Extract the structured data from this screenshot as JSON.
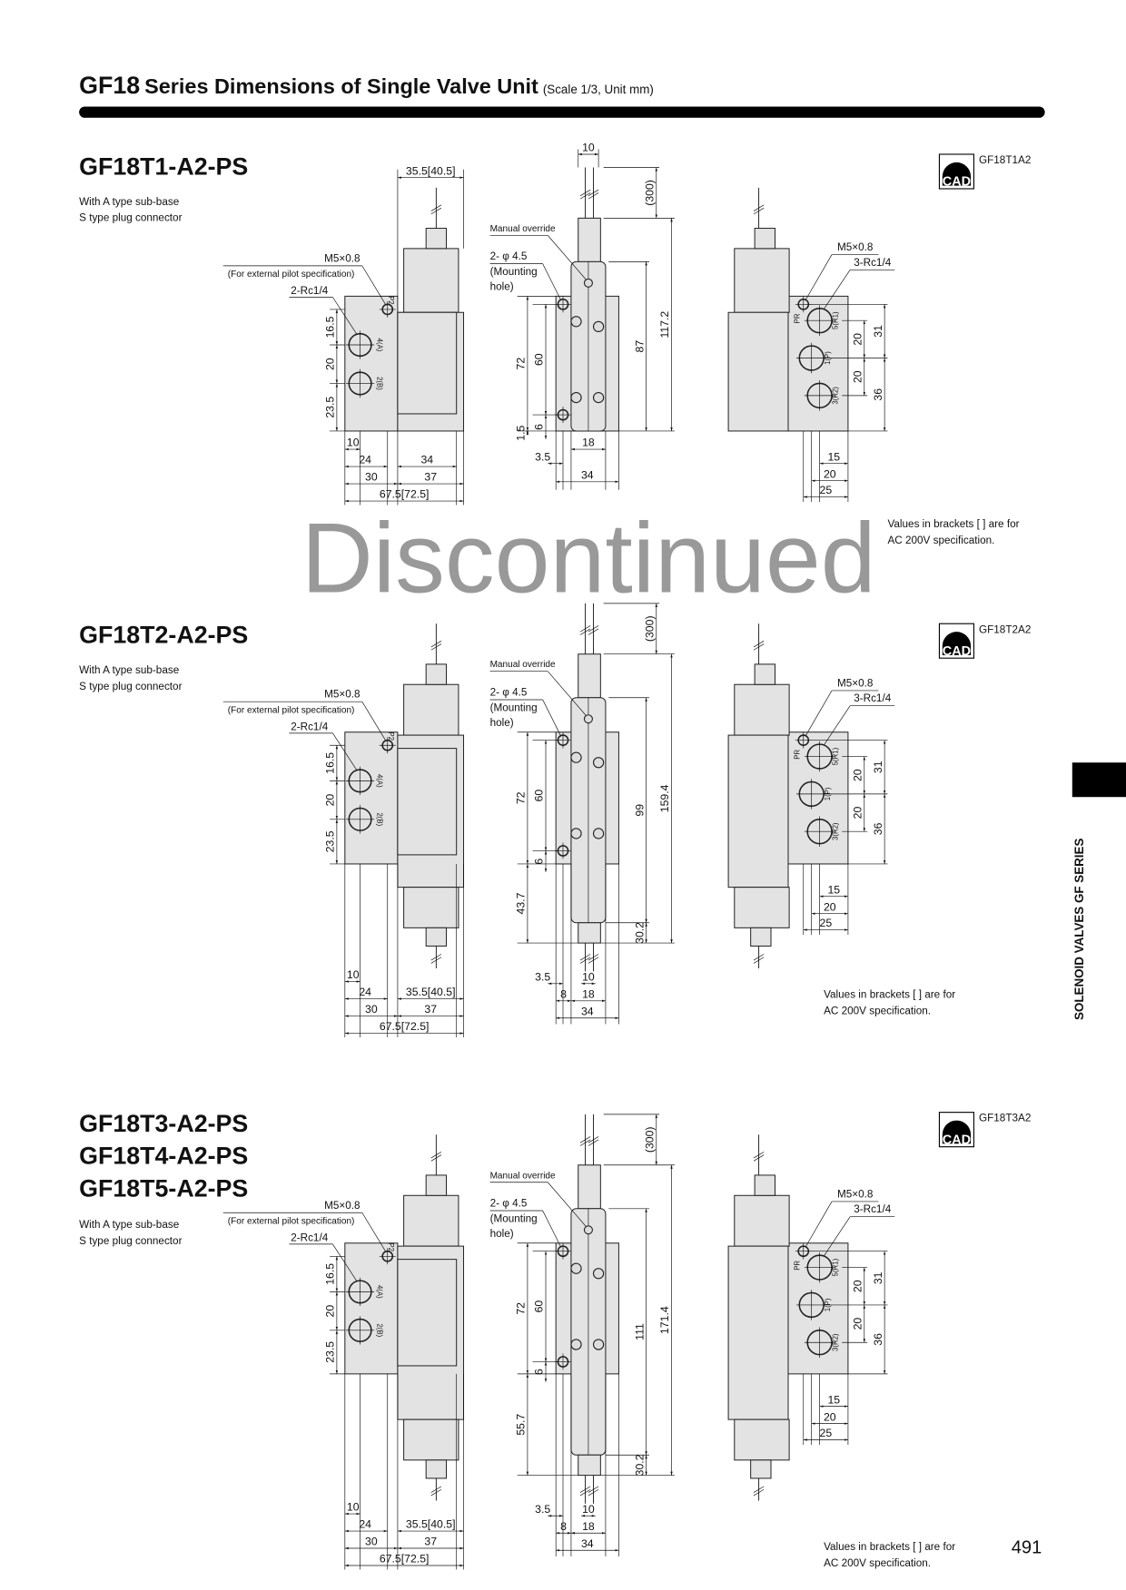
{
  "header": {
    "series": "GF18",
    "title": "Series Dimensions of Single Valve Unit",
    "scale_note": "(Scale 1/3, Unit mm)"
  },
  "side_tab": "SOLENOID VALVES GF SERIES",
  "page_number": "491",
  "watermark": "Discontinued",
  "common": {
    "note_line1": "Values in brackets [   ] are for",
    "note_line2": "AC 200V specification.",
    "cad_label": "CAD",
    "left_view": {
      "m5_label": "M5×0.8",
      "pilot_note": "(For external pilot specification)",
      "rc_label": "2-Rc1/4",
      "pilot_port": "P2",
      "port_a": "4(A)",
      "port_b": "2(B)",
      "dim_165": "16.5",
      "dim_20": "20",
      "dim_235": "23.5",
      "dim_10": "10",
      "dim_24": "24",
      "dim_34": "34",
      "dim_30": "30",
      "dim_37": "37",
      "dim_width": "35.5[40.5]",
      "dim_total": "67.5[72.5]"
    },
    "center_view": {
      "manual_override": "Manual override",
      "hole_label": "2- φ 4.5",
      "hole_note1": "(Mounting",
      "hole_note2": "hole)",
      "dim_cable": "(300)",
      "dim_72": "72",
      "dim_60": "60",
      "dim_6": "6",
      "dim_15": "1.5",
      "dim_18": "18",
      "dim_35": "3.5",
      "dim_34": "34",
      "dim_10": "10",
      "dim_8": "8"
    },
    "right_view": {
      "m5_label": "M5×0.8",
      "rc_label": "3-Rc1/4",
      "pr_port": "PR",
      "port_r1": "5(R1)",
      "port_p": "1(P)",
      "port_r2": "3(R2)",
      "dim_20a": "20",
      "dim_20b": "20",
      "dim_31": "31",
      "dim_36": "36",
      "dim_15": "15",
      "dim_20c": "20",
      "dim_25": "25"
    }
  },
  "sections": [
    {
      "models": [
        "GF18T1-A2-PS"
      ],
      "desc": [
        "With A type sub-base",
        "S type plug connector"
      ],
      "cad_code": "GF18T1A2",
      "solenoid": "single",
      "center_dims": {
        "overall": "117.2",
        "body": "87"
      }
    },
    {
      "models": [
        "GF18T2-A2-PS"
      ],
      "desc": [
        "With A type sub-base",
        "S type plug connector"
      ],
      "cad_code": "GF18T2A2",
      "solenoid": "double",
      "center_dims": {
        "overall": "159.4",
        "body": "99",
        "lower": "30.2",
        "extension": "43.7"
      }
    },
    {
      "models": [
        "GF18T3-A2-PS",
        "GF18T4-A2-PS",
        "GF18T5-A2-PS"
      ],
      "desc": [
        "With A type sub-base",
        "S type plug connector"
      ],
      "cad_code": "GF18T3A2",
      "solenoid": "double",
      "center_dims": {
        "overall": "171.4",
        "body": "111",
        "lower": "30.2",
        "extension": "55.7"
      }
    }
  ]
}
